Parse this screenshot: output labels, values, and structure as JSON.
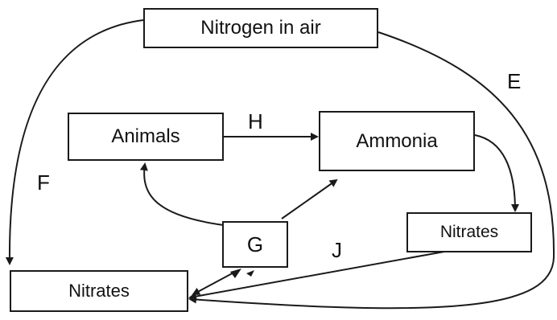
{
  "nodes": {
    "nitrogen_air": "Nitrogen in air",
    "animals": "Animals",
    "ammonia": "Ammonia",
    "nitrates_right": "Nitrates",
    "nitrates_left": "Nitrates",
    "g": "G"
  },
  "labels": {
    "e": "E",
    "f": "F",
    "h": "H",
    "j": "J"
  },
  "colors": {
    "ink": "#1a1a1a",
    "background": "#ffffff"
  }
}
